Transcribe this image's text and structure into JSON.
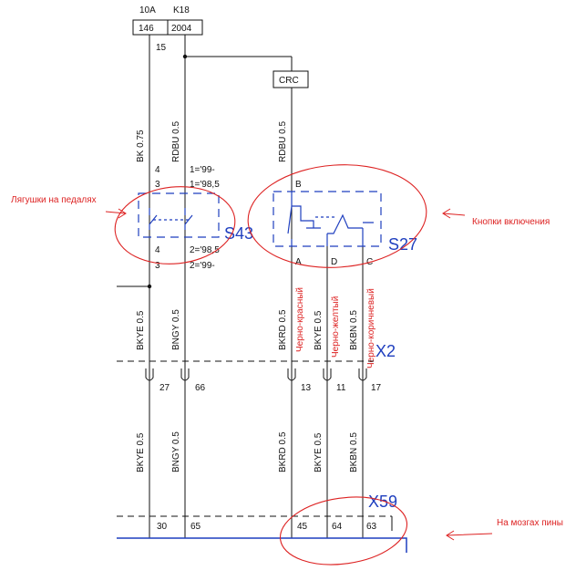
{
  "fuse": {
    "amp": "10A",
    "id": "K18",
    "left_cell": "146",
    "right_cell": "2004",
    "pin": "15"
  },
  "crc_label": "CRC",
  "wires_top": [
    "BK 0.75",
    "RDBU 0.5",
    "RDBU 0.5"
  ],
  "s43": {
    "name": "S43",
    "top_pins": [
      "4",
      "3"
    ],
    "top_notes": [
      "1='99-",
      "1='98,5"
    ],
    "bottom_pins": [
      "4",
      "3"
    ],
    "bottom_notes": [
      "2='98,5",
      "2='99-"
    ]
  },
  "s27": {
    "name": "S27",
    "top_pin": "B",
    "bottom_pins": [
      "A",
      "D",
      "C"
    ]
  },
  "wires_mid": [
    "BKYE 0.5",
    "BNGY 0.5",
    "BKRD 0.5",
    "BKYE 0.5",
    "BKBN 0.5"
  ],
  "wire_colors_ru": [
    "Черно-красный",
    "Черно-желтый",
    "Черно-коричневый"
  ],
  "x2": {
    "name": "X2",
    "pins": [
      "27",
      "66",
      "13",
      "11",
      "17"
    ]
  },
  "wires_low": [
    "BKYE 0.5",
    "BNGY 0.5",
    "BKRD 0.5",
    "BKYE 0.5",
    "BKBN 0.5"
  ],
  "x59": {
    "name": "X59",
    "pins": [
      "30",
      "65",
      "45",
      "64",
      "63"
    ]
  },
  "annotations": {
    "pedals": "Лягушки на педалях",
    "buttons": "Кнопки включения",
    "ecu": "На мозгах пины"
  },
  "colors": {
    "ink": "#111111",
    "component": "#1f3fbf",
    "annotation": "#dd2222"
  }
}
